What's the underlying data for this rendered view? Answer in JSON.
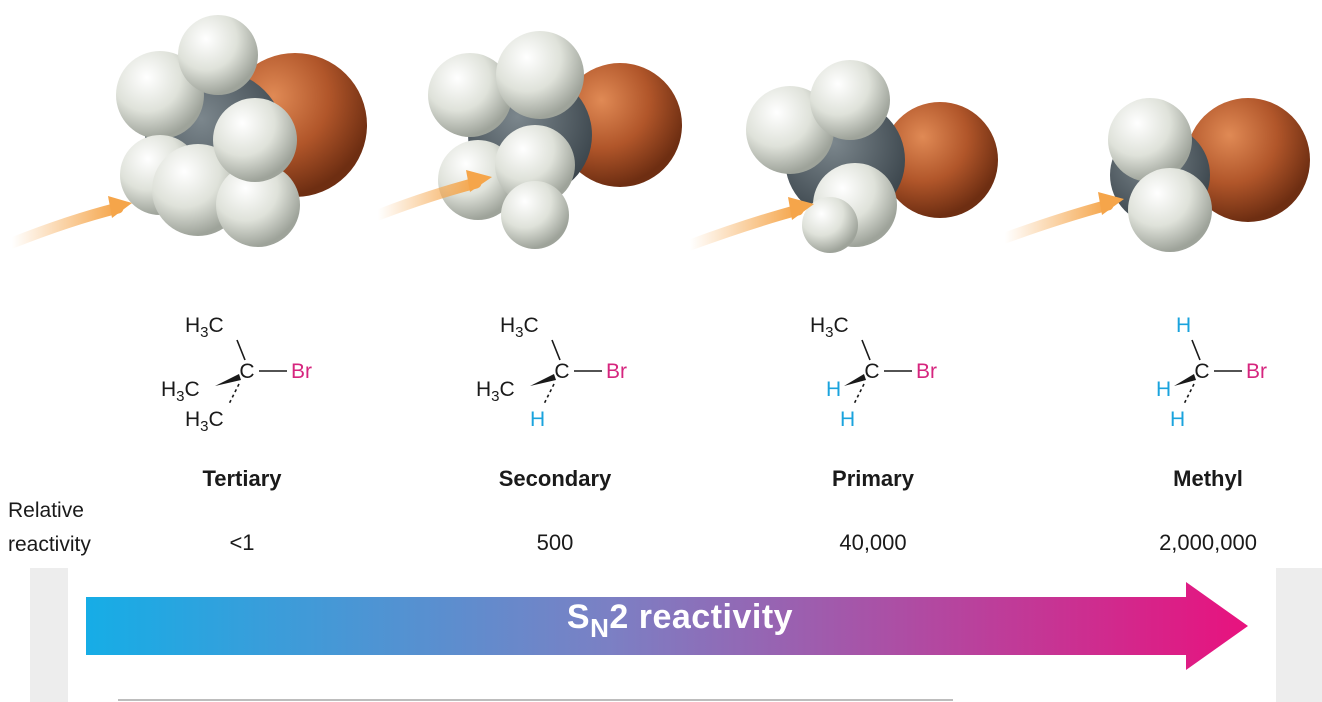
{
  "relative_label": [
    "Relative",
    "reactivity"
  ],
  "arrow": {
    "label_s": "S",
    "label_sub": "N",
    "label_rest": "2 reactivity",
    "color_start": "#16ade6",
    "color_end": "#e8127e"
  },
  "substrates": [
    {
      "class": "Tertiary",
      "reactivity": "<1",
      "formula": {
        "top": "H3C",
        "left": "H3C",
        "bottom": "H3C",
        "center": "C",
        "right": "Br"
      }
    },
    {
      "class": "Secondary",
      "reactivity": "500",
      "formula": {
        "top": "H3C",
        "left": "H3C",
        "bottom": "H",
        "center": "C",
        "right": "Br"
      }
    },
    {
      "class": "Primary",
      "reactivity": "40,000",
      "formula": {
        "top": "H3C",
        "left": "H",
        "bottom": "H",
        "center": "C",
        "right": "Br"
      }
    },
    {
      "class": "Methyl",
      "reactivity": "2,000,000",
      "formula": {
        "top": "H",
        "left": "H",
        "bottom": "H",
        "center": "C",
        "right": "Br"
      }
    }
  ],
  "colors": {
    "hydrogen": "#e6e8e2",
    "carbon": "#4f5a60",
    "bromine": "#b1562a",
    "attack_arrow": "#f5a54a",
    "bromine_text": "#d6257e",
    "hydrogen_text": "#1aa3dd"
  }
}
